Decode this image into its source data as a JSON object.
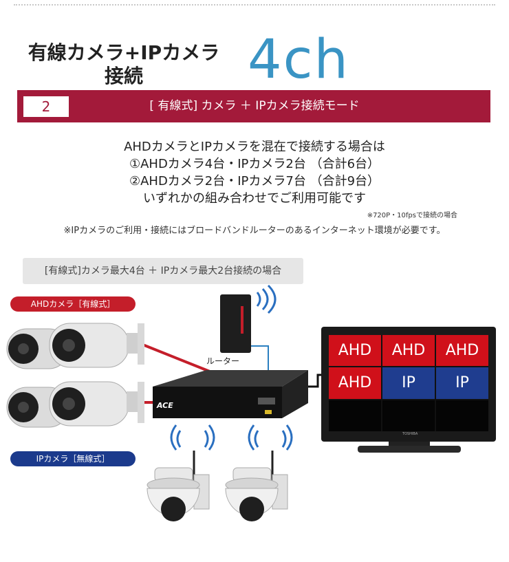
{
  "header": {
    "title_line1": "有線カメラ+IPカメラ",
    "title_line2": "接続",
    "channels": "4ch"
  },
  "band": {
    "number": "2",
    "text": "[ 有線式] カメラ ＋ IPカメラ接続モード"
  },
  "description": {
    "lines": [
      "AHDカメラとIPカメラを混在で接続する場合は",
      "①AHDカメラ4台・IPカメラ2台 （合計6台）",
      "②AHDカメラ2台・IPカメラ7台 （合計9台）",
      "いずれかの組み合わせでご利用可能です"
    ],
    "note_fps": "※720P・10fpsで接続の場合",
    "note_router": "※IPカメラのご利用・接続にはブロードバンドルーターのあるインターネット環境が必要です。"
  },
  "diagram": {
    "case_label": "[有線式]カメラ最大4台 ＋ IPカメラ最大2台接続の場合",
    "ahd_tag": "AHDカメラ［有線式］",
    "ip_tag": "IPカメラ［無線式］",
    "router_label": "ルーター",
    "recorder_logo": "ACE",
    "monitor_brand": "TOSHIBA",
    "monitor_cells": [
      "AHD",
      "AHD",
      "AHD",
      "AHD",
      "IP",
      "IP",
      "",
      "",
      ""
    ],
    "colors": {
      "ahd": "#d0101a",
      "ip": "#1f3d8f",
      "accent": "#3a94c4",
      "band": "#a31a3a",
      "ahd_tag": "#c41e2a",
      "ip_tag": "#1b3a8c"
    }
  }
}
